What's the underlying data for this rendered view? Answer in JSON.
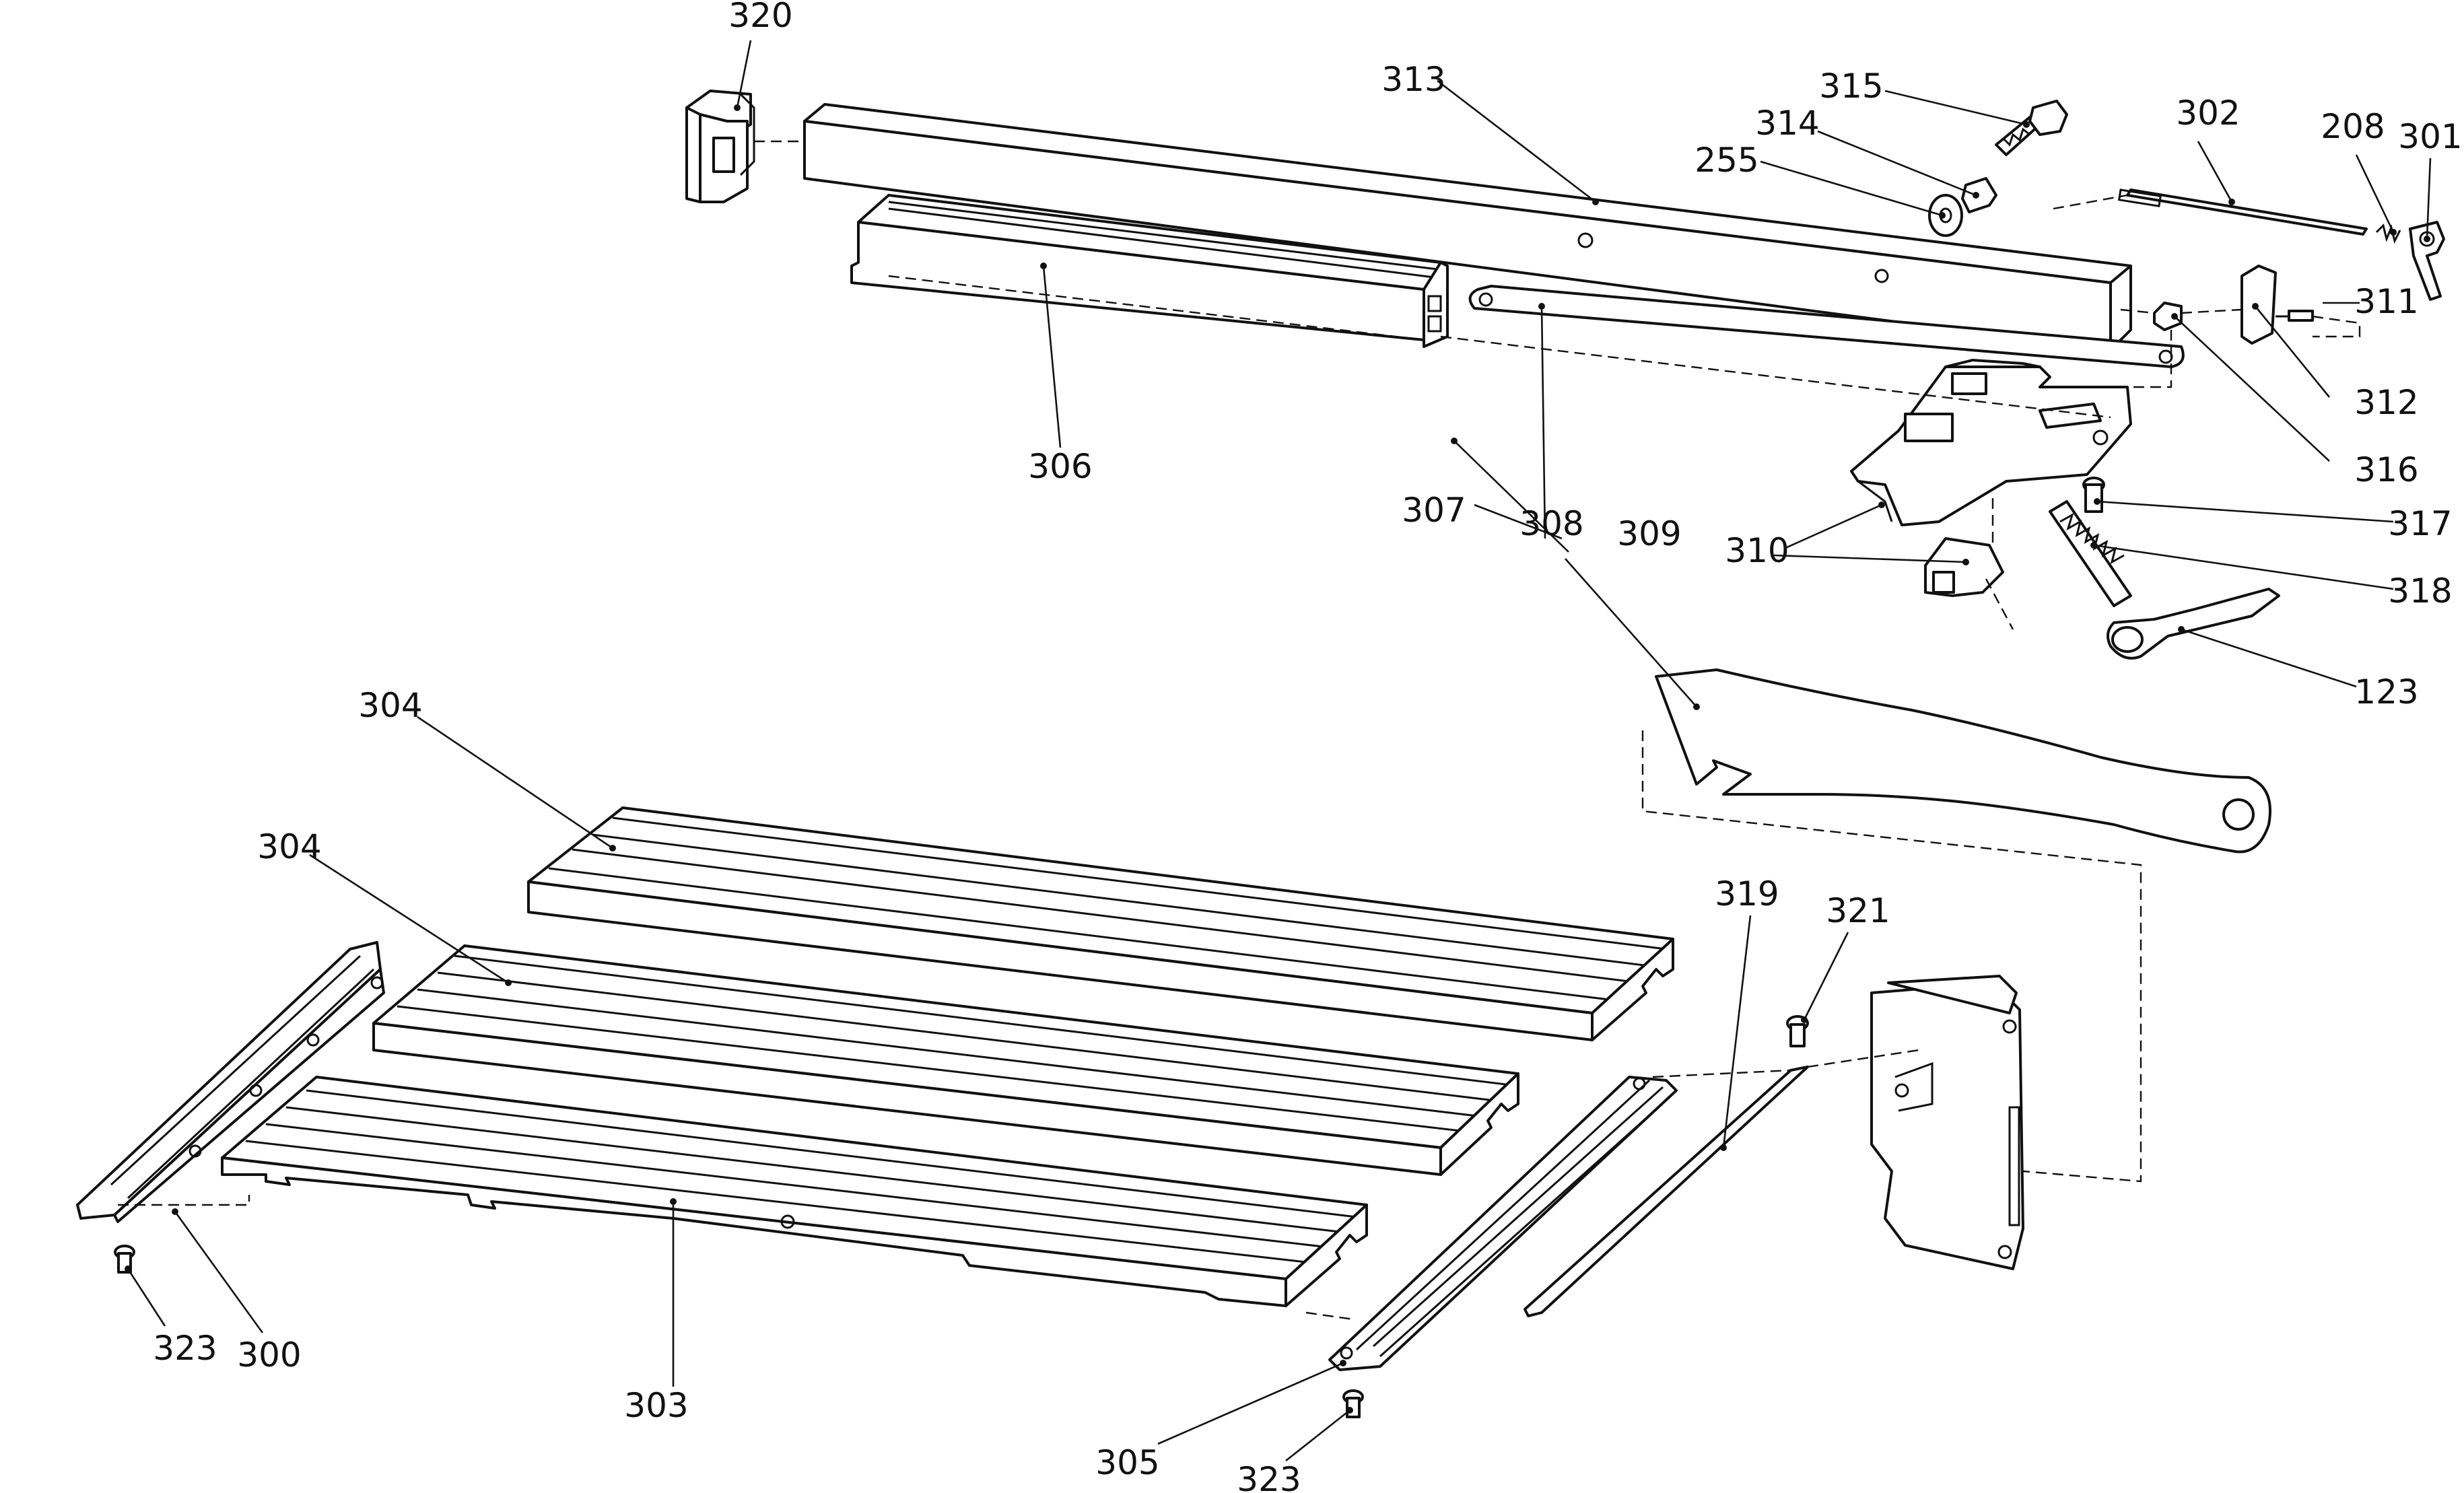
{
  "parts": {
    "p300": "300",
    "p301": "301",
    "p302": "302",
    "p303": "303",
    "p304a": "304",
    "p304b": "304",
    "p305": "305",
    "p306": "306",
    "p307": "307",
    "p308": "308",
    "p309": "309",
    "p310": "310",
    "p311": "311",
    "p312": "312",
    "p313": "313",
    "p314": "314",
    "p315": "315",
    "p316": "316",
    "p317": "317",
    "p318": "318",
    "p319": "319",
    "p320": "320",
    "p321": "321",
    "p323a": "323",
    "p323b": "323",
    "p123": "123",
    "p208": "208",
    "p255": "255"
  }
}
